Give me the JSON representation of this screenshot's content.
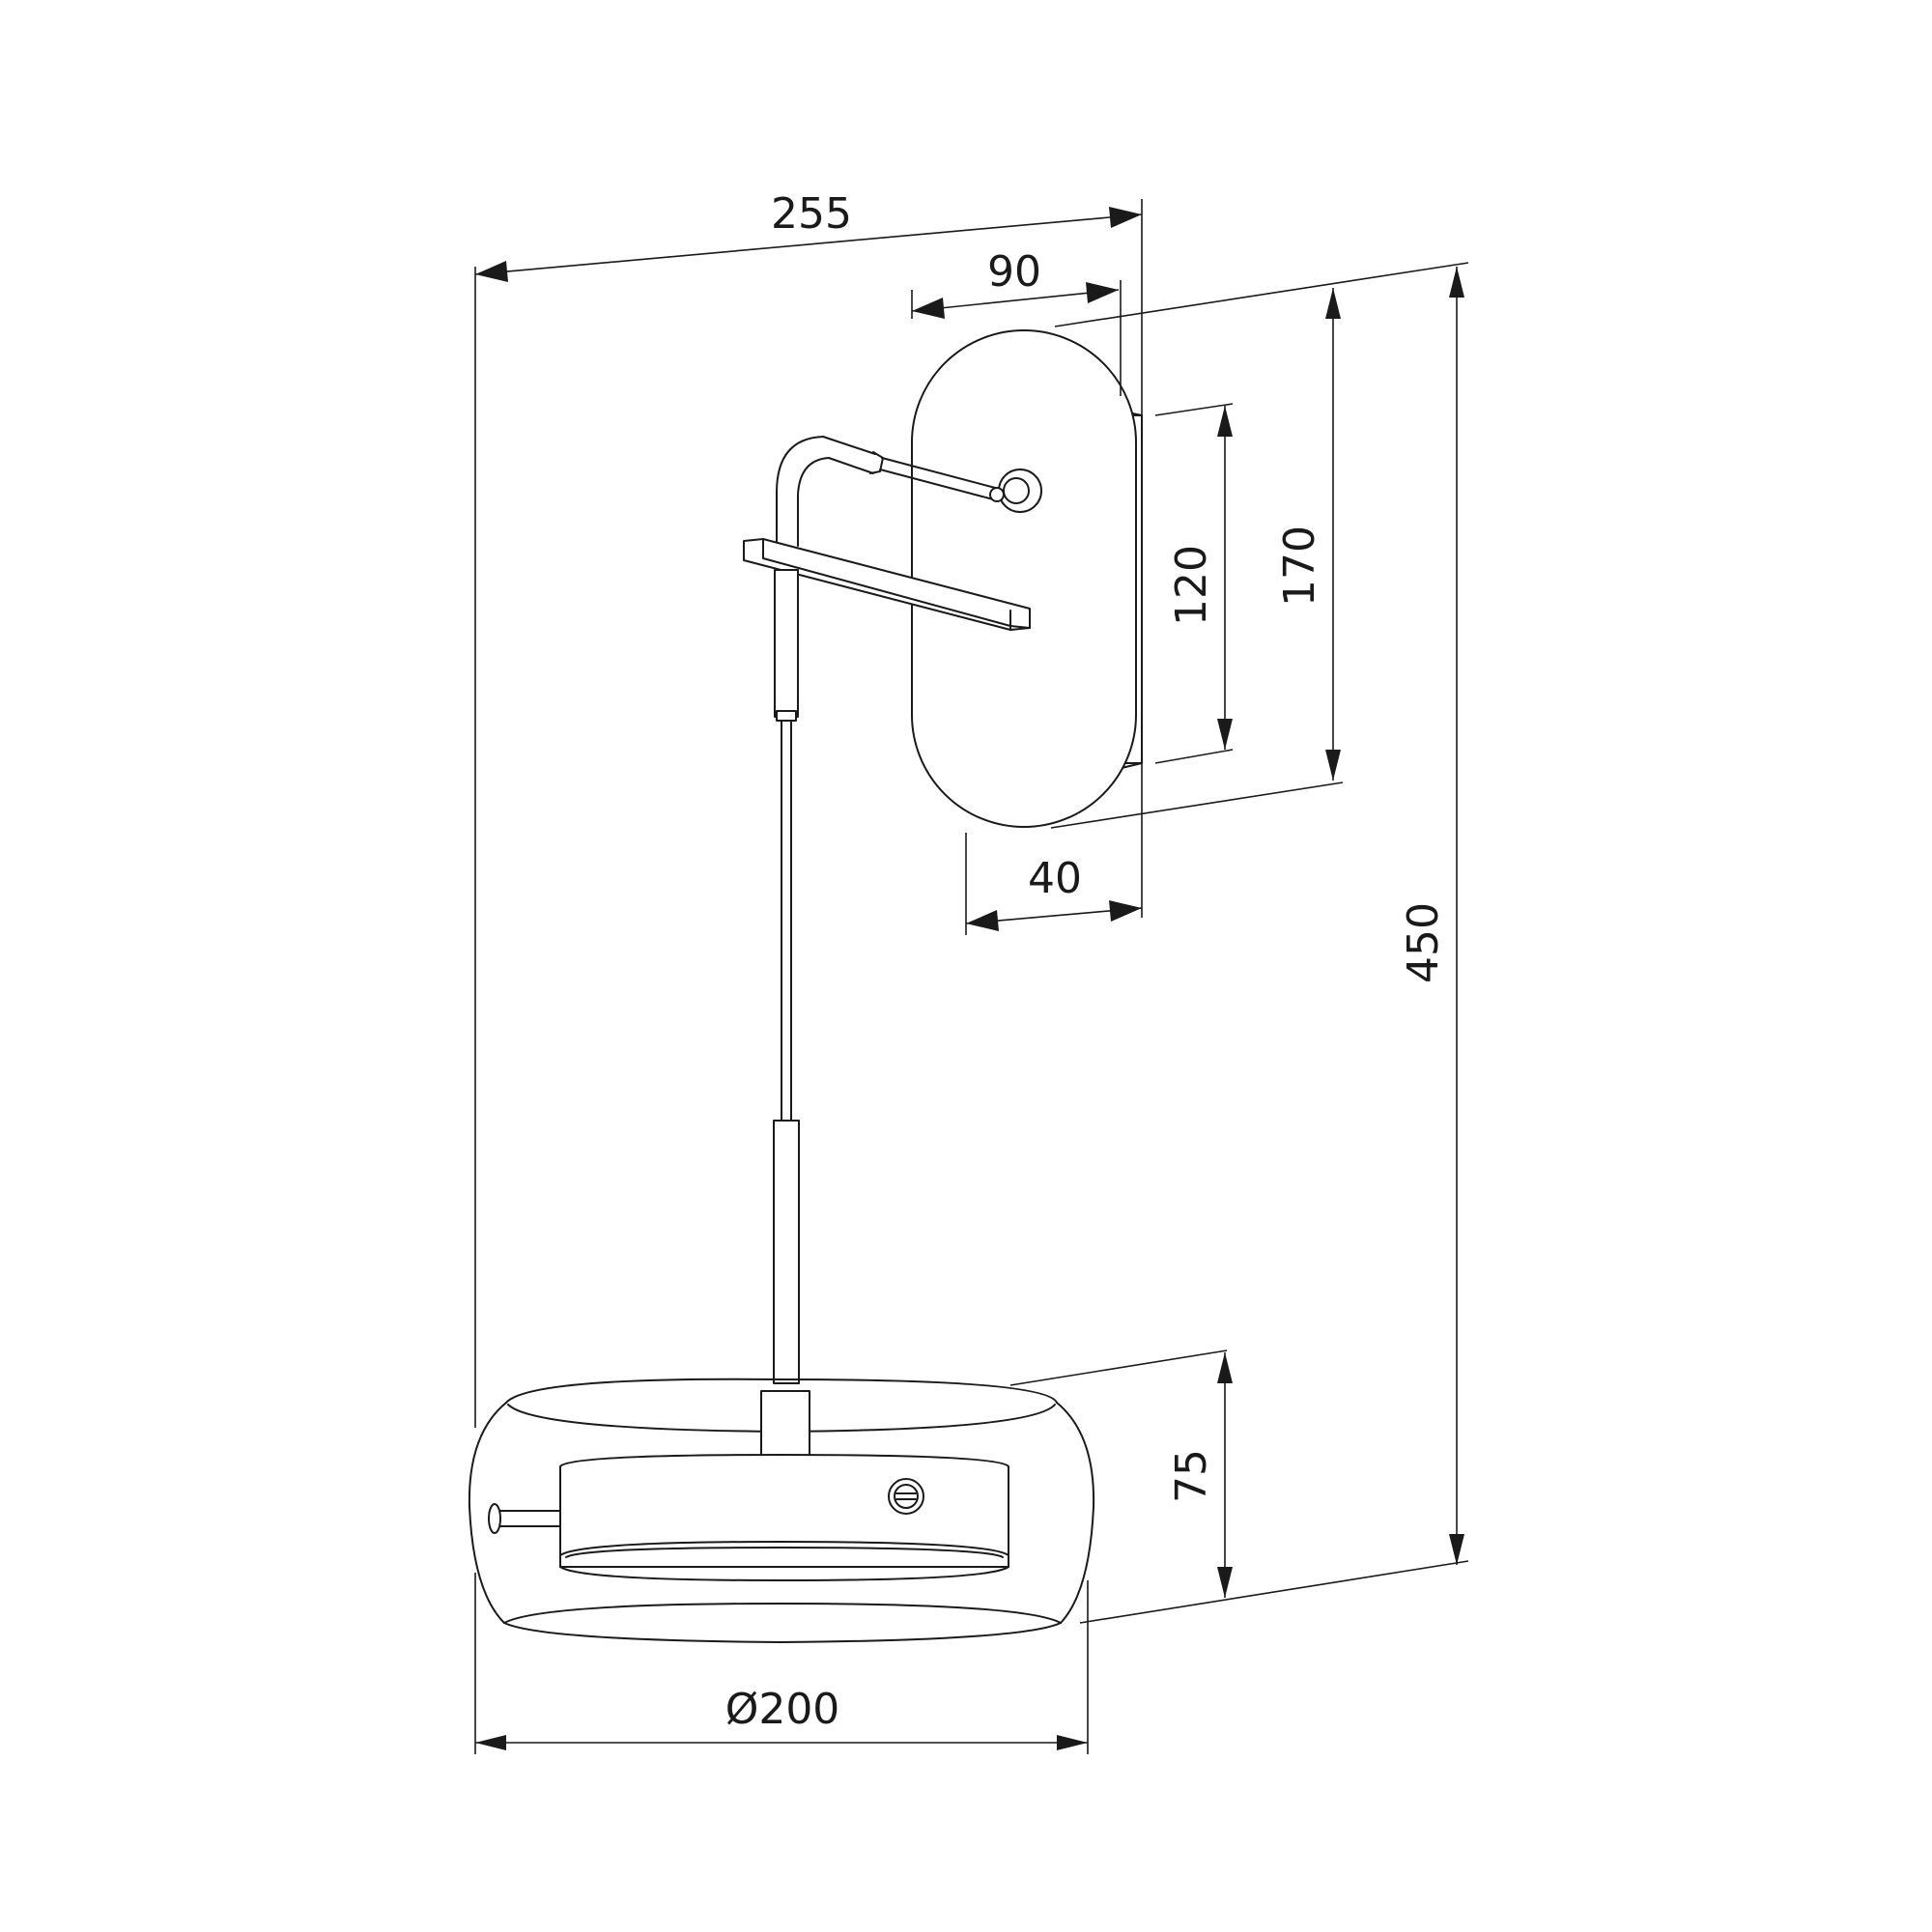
{
  "dimensions": {
    "total_width": "255",
    "plate_width": "90",
    "plate_depth": "40",
    "mount_height": "120",
    "plate_height": "170",
    "total_height": "450",
    "shade_height": "75",
    "shade_diameter": "Ø200"
  }
}
